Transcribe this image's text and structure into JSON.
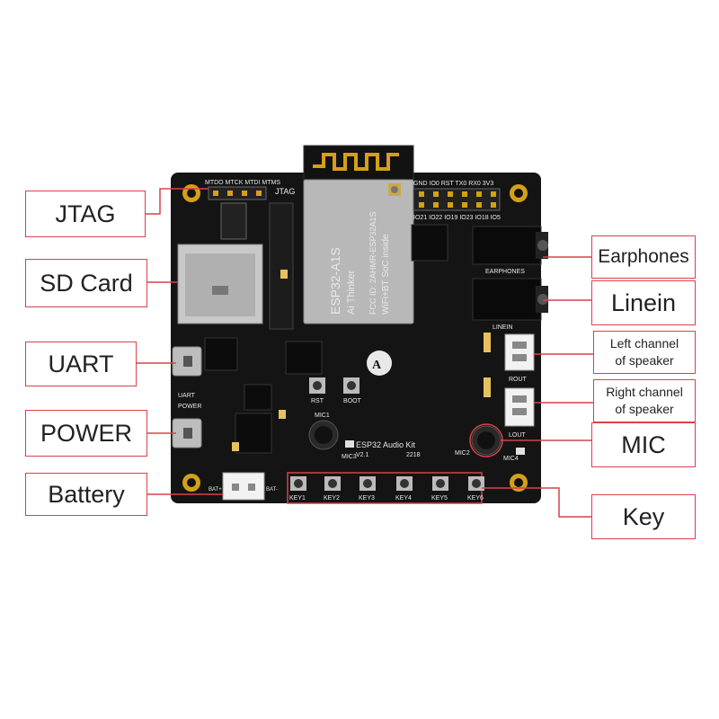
{
  "labels": {
    "jtag": "JTAG",
    "sd_card": "SD Card",
    "uart": "UART",
    "power": "POWER",
    "battery": "Battery",
    "earphones": "Earphones",
    "linein": "Linein",
    "left_speaker": [
      "Left channel",
      "of speaker"
    ],
    "right_speaker": [
      "Right channel",
      "of speaker"
    ],
    "mic": "MIC",
    "key": "Key"
  },
  "silkscreen": {
    "module_name": "ESP32-A1S",
    "module_brand": "Ai Thinker",
    "module_fcc": "FCC ID: 2AHMR-ESP32A1S",
    "module_wifi": "WiFi+BT SoC inside",
    "board_name": "ESP32 Audio Kit",
    "board_version": "V2.1",
    "board_date": "2218",
    "header_top": "GND IO0 RST TX0 RX0 3V3",
    "header_bottom": "IO21 IO22 IO19 IO23 IO18 IO5",
    "jtag_pins": "MTDO MTCK MTDI MTMS",
    "jtag_label": "JTAG",
    "earphones": "EARPHONES",
    "linein": "LINEIN",
    "rout": "ROUT",
    "lout": "LOUT",
    "uart": "UART",
    "power": "POWER",
    "mic1": "MIC1",
    "mic2": "MIC2",
    "mic3": "MIC3",
    "mic4": "MIC4",
    "rst": "RST",
    "boot": "BOOT",
    "bat_plus": "BAT+",
    "bat_minus": "BAT-",
    "keys": [
      "KEY1",
      "KEY2",
      "KEY3",
      "KEY4",
      "KEY5",
      "KEY6"
    ]
  },
  "colors": {
    "pcb": "#141414",
    "callout_line": "#d9414a",
    "pad_gold": "#d4a017"
  }
}
